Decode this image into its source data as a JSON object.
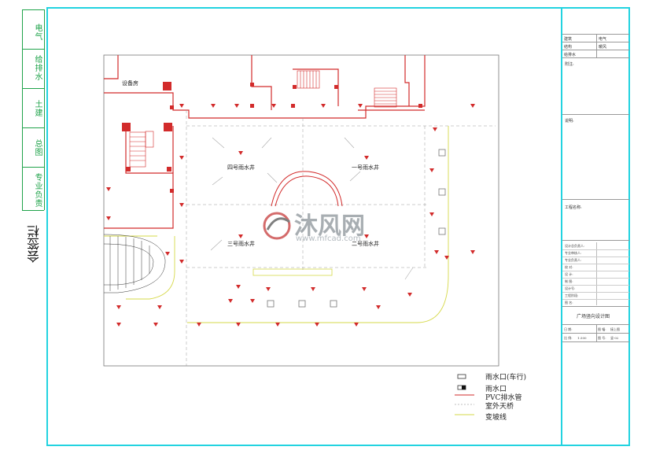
{
  "signature_column": {
    "items": [
      "电气",
      "给排水",
      "土建",
      "总图",
      "专业负责"
    ],
    "label": "会签栏"
  },
  "title_block": {
    "header_cells": [
      [
        "建筑",
        "电气"
      ],
      [
        "结构",
        "暖风"
      ],
      [
        "给排水",
        ""
      ]
    ],
    "notes_title": "附注:",
    "description_title": "说明:",
    "project_name_label": "工程名称:",
    "rows": [
      "设计总负责人:",
      "专业审核人:",
      "专业负责人:",
      "校 对:",
      "设 计:",
      "制 图:",
      "设计号:",
      "工程阶段:",
      "图 名:"
    ],
    "drawing_title": "广场竖向设计图",
    "date_label": "日 期:",
    "sheet_label": "图 幅:",
    "sheet_value": "接上图",
    "scale_label": "比 例:",
    "scale_value": "1:300",
    "drawing_no_label": "图 号:",
    "drawing_no_value": "竖-02"
  },
  "plan": {
    "equipment_room": "设备房",
    "wells": [
      "四号雨水井",
      "一号雨水井",
      "三号雨水井",
      "二号雨水井"
    ],
    "watermark": {
      "brand_cn": "沐风网",
      "url": "www.mfcad.com"
    }
  },
  "legend": {
    "items": [
      {
        "label": "雨水口(车行)",
        "symbol": "inlet-vehicle"
      },
      {
        "label": "雨水口",
        "symbol": "inlet"
      },
      {
        "label": "PVC排水管",
        "symbol": "pvc-pipe"
      },
      {
        "label": "室外天桥",
        "symbol": "bridge"
      },
      {
        "label": "变坡线",
        "symbol": "slope-line"
      }
    ]
  },
  "colors": {
    "frame": "#22d3e0",
    "wall": "#d22b2b",
    "signature": "#1fa34a",
    "grade_line": "#d6d94a"
  }
}
